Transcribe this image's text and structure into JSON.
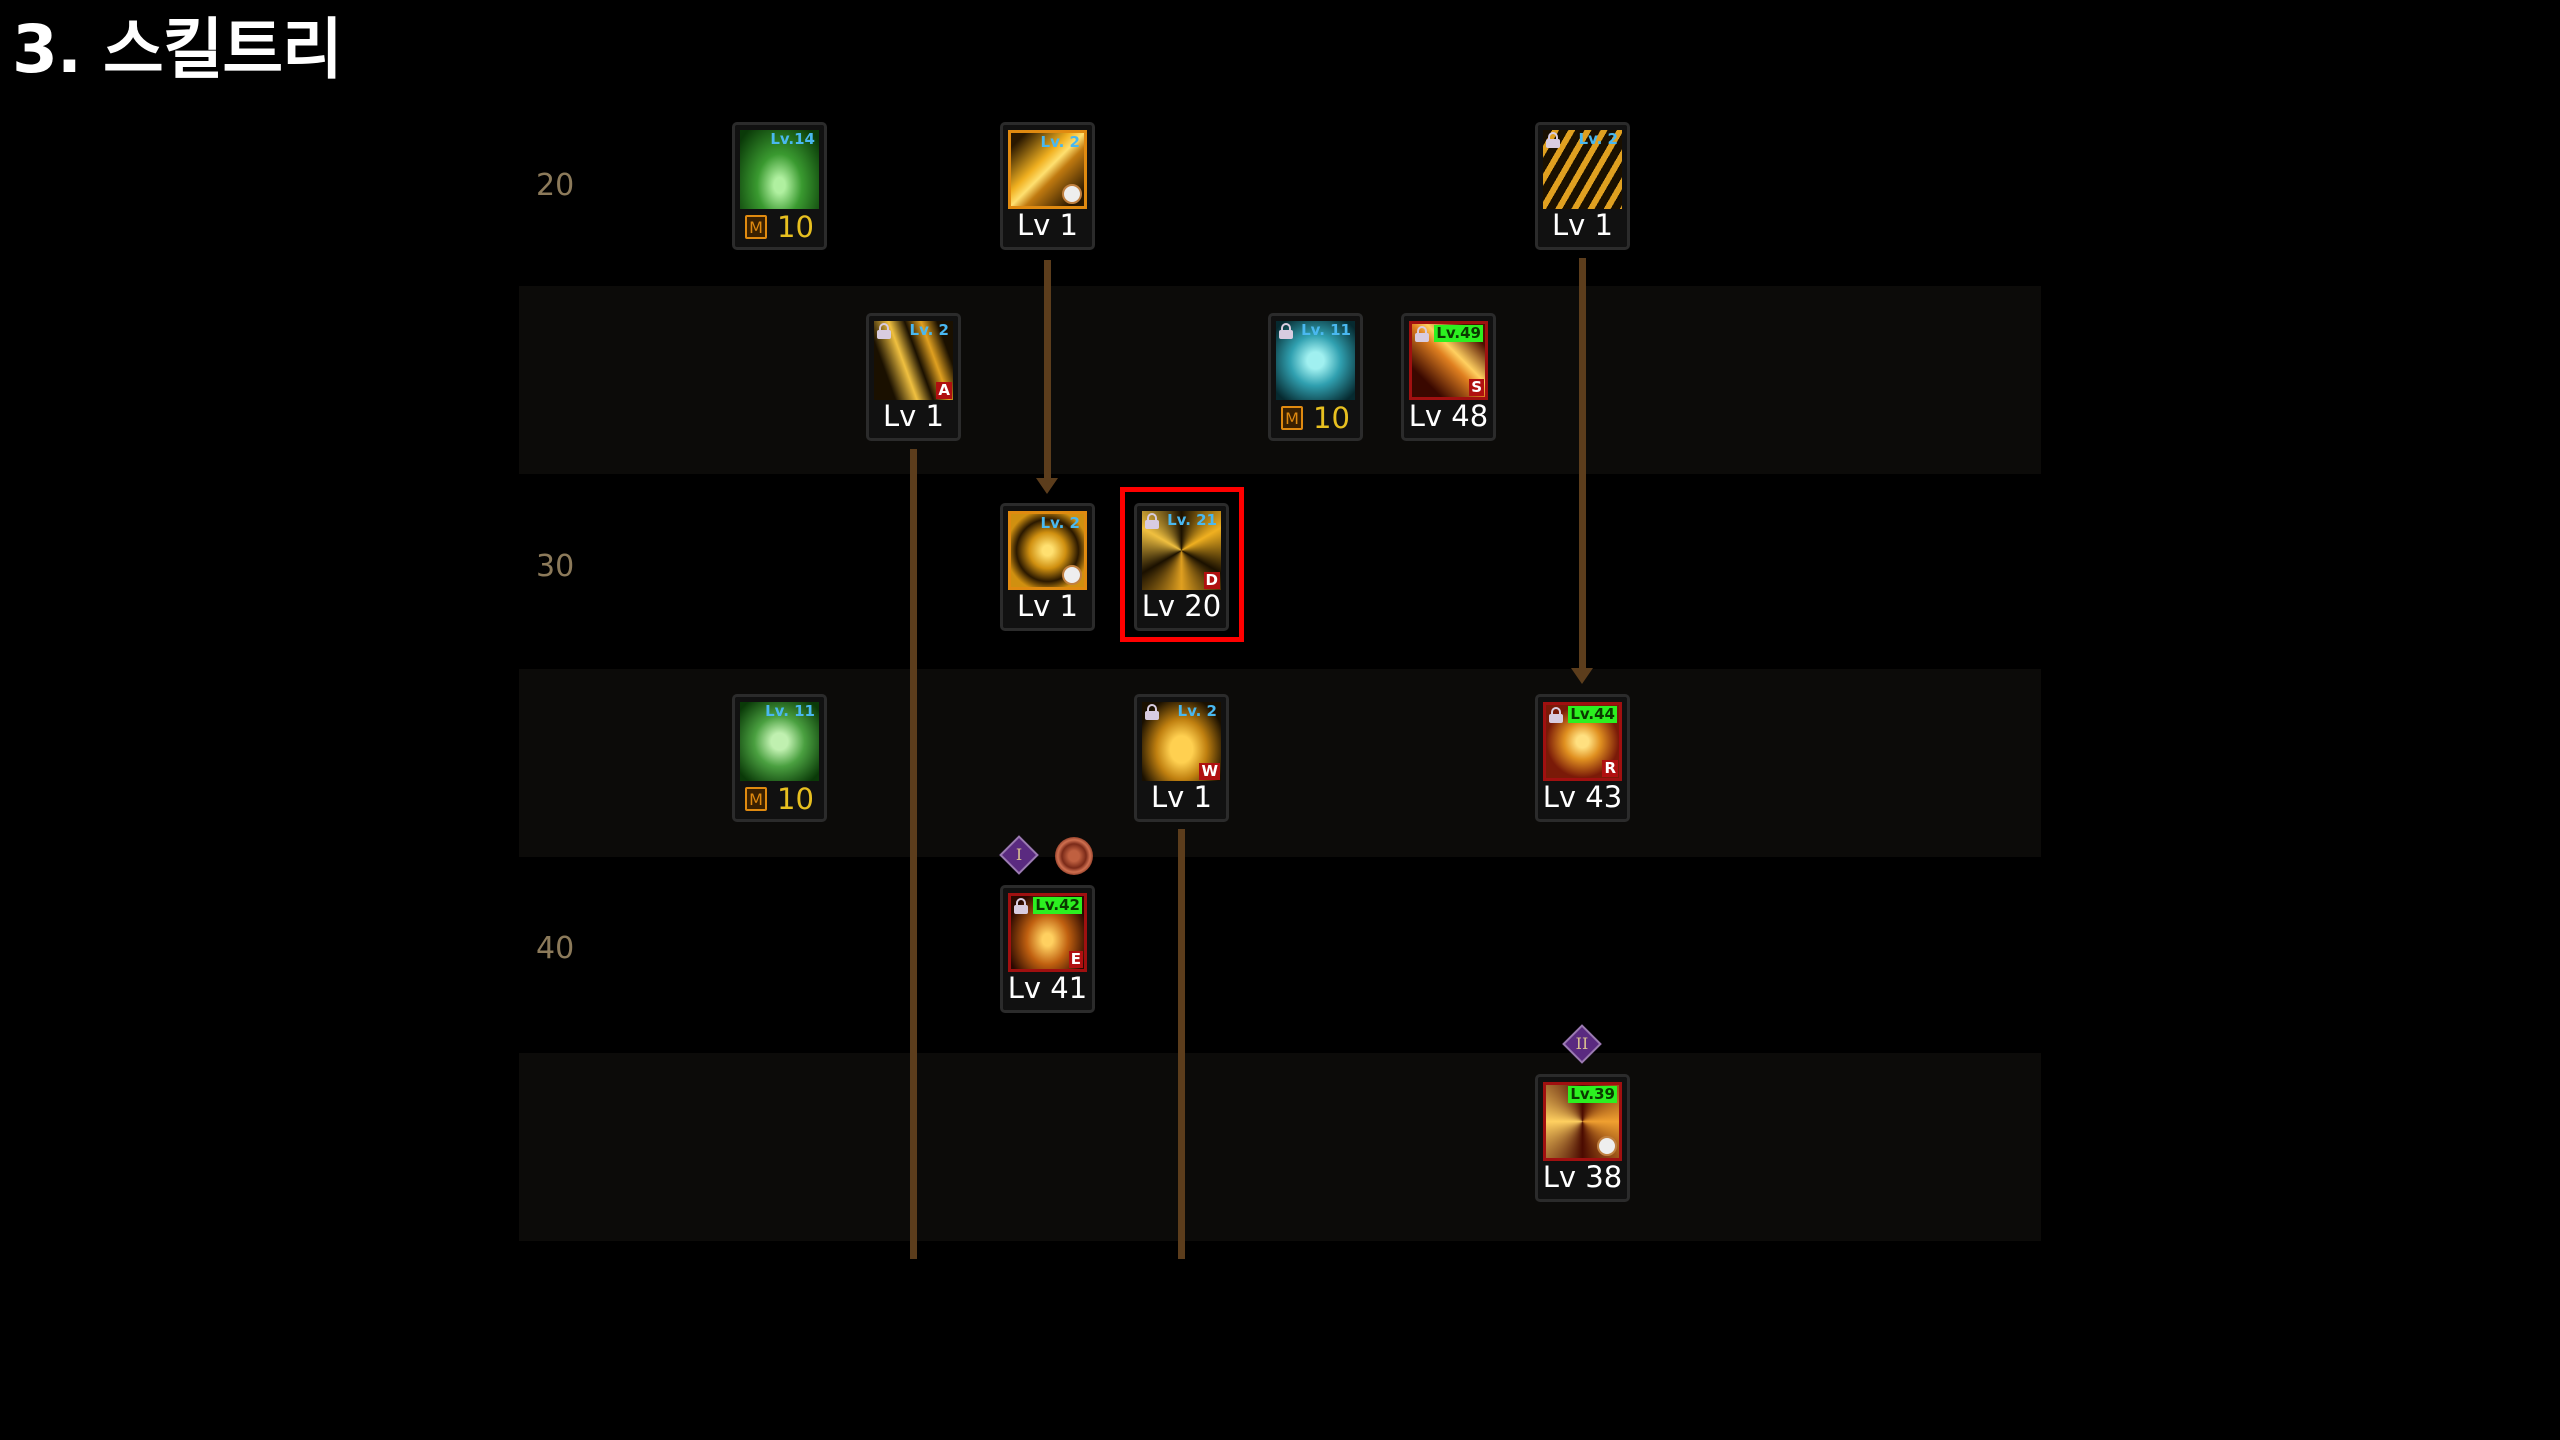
{
  "title": "3. 스킬트리",
  "level_markers": [
    "20",
    "30",
    "40"
  ],
  "colors": {
    "line": "#5c3d1c",
    "highlight": "#ff0000"
  },
  "nodes": [
    {
      "id": "n1",
      "art": "green-figure",
      "req": "Lv.14",
      "req_color": "blue",
      "locked": false,
      "frame": "none",
      "footer_type": "mastery",
      "mastery_icon": "M",
      "footer": "10"
    },
    {
      "id": "n2",
      "art": "gold-slash",
      "req": "Lv. 2",
      "req_color": "blue",
      "locked": false,
      "frame": "orange",
      "clock": true,
      "footer": "Lv 1"
    },
    {
      "id": "n3",
      "art": "gold-claws",
      "req": "Lv. 2",
      "req_color": "blue",
      "locked": true,
      "frame": "none",
      "footer": "Lv 1"
    },
    {
      "id": "n4",
      "art": "gold-strike",
      "req": "Lv. 2",
      "req_color": "blue",
      "locked": true,
      "frame": "none",
      "letter": "A",
      "footer": "Lv 1"
    },
    {
      "id": "n5",
      "art": "cyan-wolf",
      "req": "Lv. 11",
      "req_color": "blue",
      "locked": true,
      "frame": "none",
      "footer_type": "mastery",
      "mastery_icon": "M",
      "footer": "10"
    },
    {
      "id": "n6",
      "art": "fire-beam",
      "req": "Lv.49",
      "req_color": "green",
      "locked": true,
      "frame": "red",
      "letter": "S",
      "footer": "Lv 48"
    },
    {
      "id": "n7",
      "art": "gold-burst",
      "req": "Lv. 2",
      "req_color": "blue",
      "locked": false,
      "frame": "orange",
      "clock": true,
      "footer": "Lv 1"
    },
    {
      "id": "n8",
      "art": "gold-swirl",
      "req": "Lv. 21",
      "req_color": "blue",
      "locked": true,
      "frame": "none",
      "letter": "D",
      "footer": "Lv 20",
      "highlighted": true
    },
    {
      "id": "n9",
      "art": "green-beast",
      "req": "Lv. 11",
      "req_color": "blue",
      "locked": false,
      "frame": "none",
      "footer_type": "mastery",
      "mastery_icon": "M",
      "footer": "10"
    },
    {
      "id": "n10",
      "art": "gold-leap",
      "req": "Lv. 2",
      "req_color": "blue",
      "locked": true,
      "frame": "none",
      "letter": "W",
      "footer": "Lv 1"
    },
    {
      "id": "n11",
      "art": "fire-explosion",
      "req": "Lv.44",
      "req_color": "green",
      "locked": true,
      "frame": "red",
      "letter": "R",
      "footer": "Lv 43"
    },
    {
      "id": "n12",
      "art": "fire-flame",
      "req": "Lv.42",
      "req_color": "green",
      "locked": true,
      "frame": "red",
      "letter": "E",
      "footer": "Lv 41",
      "gems": [
        "I",
        "swirl"
      ]
    },
    {
      "id": "n13",
      "art": "fire-vortex",
      "req": "Lv.39",
      "req_color": "green",
      "locked": false,
      "frame": "red",
      "clock": true,
      "footer": "Lv 38",
      "gems": [
        "II"
      ]
    }
  ]
}
